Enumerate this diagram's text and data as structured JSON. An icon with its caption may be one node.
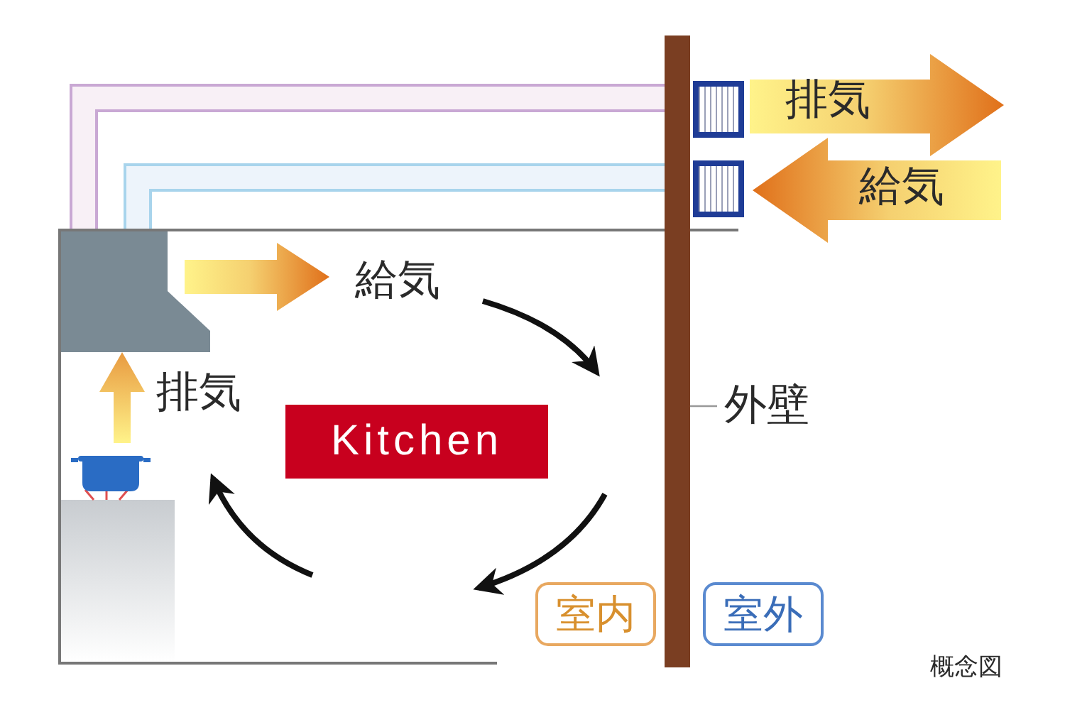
{
  "diagram": {
    "caption": "概念図",
    "nodes": [
      {
        "text": [
          "Kitchen"
        ]
      },
      {
        "text": [
          "外壁"
        ]
      },
      {
        "text": [],
        "shape": "bar"
      },
      {
        "text": [
          "室内"
        ]
      },
      {
        "text": [
          "室外"
        ]
      }
    ],
    "edges": [
      {
        "from": 1,
        "to": 2,
        "arrow": "none"
      }
    ],
    "labels": [
      "排気",
      "給気",
      "給気",
      "排気"
    ]
  }
}
